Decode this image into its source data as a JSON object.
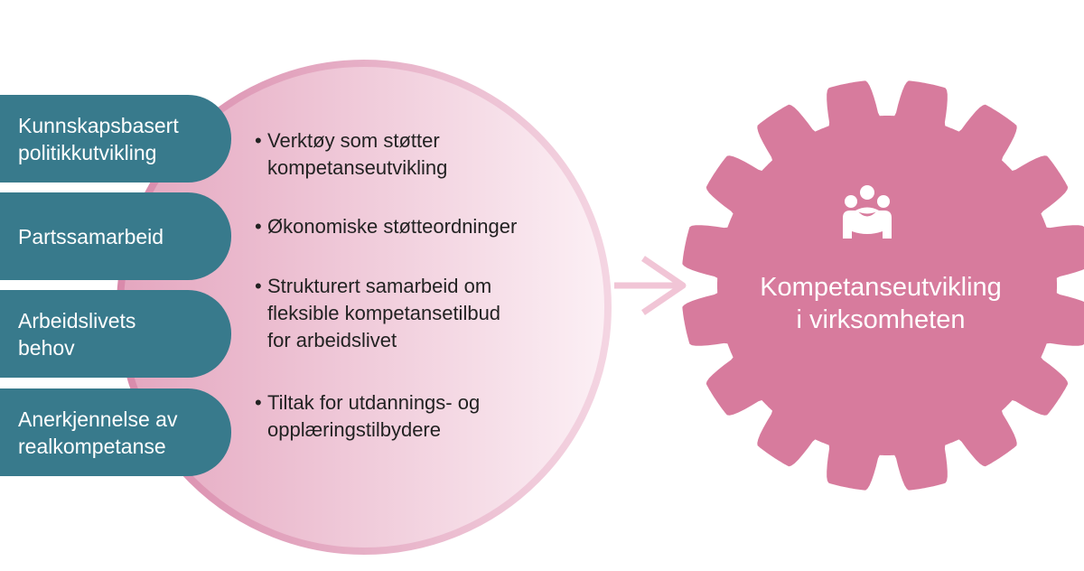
{
  "left_boxes": [
    {
      "lines": [
        "Kunnskapsbasert",
        "politikkutvikling"
      ]
    },
    {
      "lines": [
        "Partssamarbeid"
      ]
    },
    {
      "lines": [
        "Arbeidslivets",
        "behov"
      ]
    },
    {
      "lines": [
        "Anerkjennelse av",
        "realkompetanse"
      ]
    }
  ],
  "circle_items": [
    {
      "lines": [
        "Verktøy som støtter",
        "kompetanseutvikling"
      ]
    },
    {
      "lines": [
        "Økonomiske støtteordninger"
      ]
    },
    {
      "lines": [
        "Strukturert samarbeid om",
        "fleksible kompetansetilbud",
        "for arbeidslivet"
      ]
    },
    {
      "lines": [
        "Tiltak for utdannings- og",
        "opplæringstilbydere"
      ]
    }
  ],
  "target": {
    "lines": [
      "Kompetanseutvikling",
      "i virksomheten"
    ],
    "icon": "people-handshake-icon"
  },
  "colors": {
    "teal": "#387a8c",
    "pink": "#d77b9d",
    "circle_dark": "#e3a3bd",
    "circle_light": "#fbeef3"
  }
}
